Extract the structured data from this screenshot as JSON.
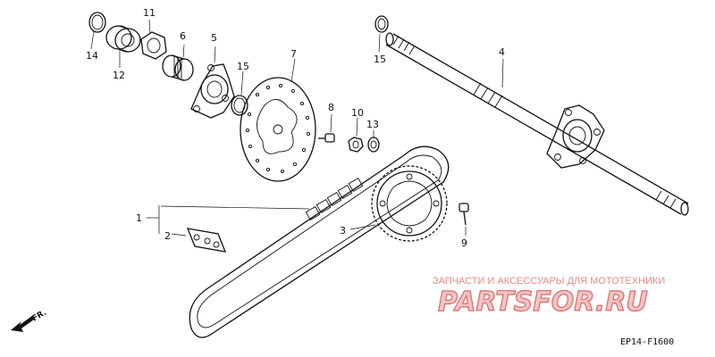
{
  "callouts": {
    "c1": "1",
    "c2": "2",
    "c3": "3",
    "c4": "4",
    "c5": "5",
    "c6": "6",
    "c7": "7",
    "c8": "8",
    "c9": "9",
    "c10": "10",
    "c11": "11",
    "c12": "12",
    "c13": "13",
    "c14": "14",
    "c15a": "15",
    "c15b": "15"
  },
  "direction_label": "FR.",
  "diagram_code": "EP14-F1600",
  "watermark": {
    "line": "ЗАПЧАСТИ И АКСЕССУАРЫ ДЛЯ МОТОТЕХНИКИ",
    "logo": "PARTSFOR.RU"
  },
  "colors": {
    "ink": "#111111",
    "watermark": "#d96a6a"
  }
}
